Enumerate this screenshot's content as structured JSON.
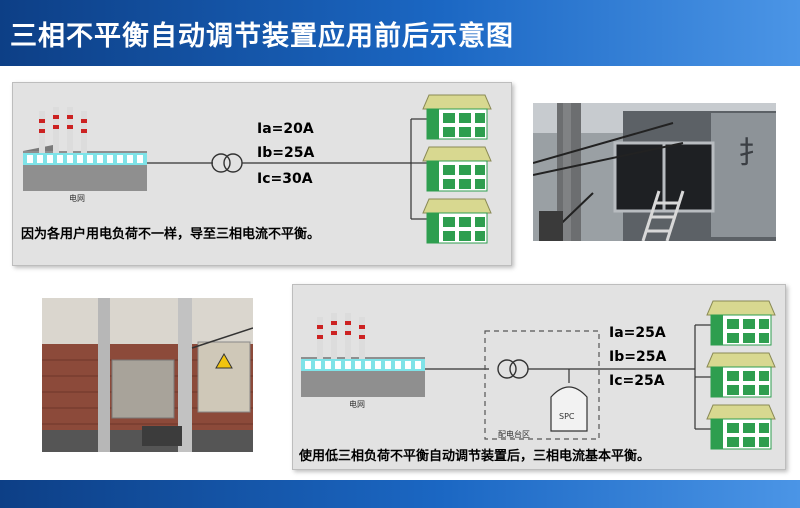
{
  "slide": {
    "title": "三相不平衡自动调节装置应用前后示意图"
  },
  "before": {
    "grid_label": "电网",
    "currents": [
      "Ia=20A",
      "Ib=25A",
      "Ic=30A"
    ],
    "note": "因为各用户用电负荷不一样，导至三相电流不平衡。"
  },
  "after": {
    "grid_label": "电网",
    "substation_label": "配电台区",
    "device_label": "SPC",
    "currents": [
      "Ia=25A",
      "Ib=25A",
      "Ic=25A"
    ],
    "note": "使用低三相负荷不平衡自动调节装置后，三相电流基本平衡。"
  },
  "colors": {
    "header_blue": "#1b67c3",
    "house_green": "#2e9e4f",
    "house_roof": "#d8d890",
    "chimney_red": "#cc2222",
    "factory_cyan": "#7fe3e8"
  }
}
